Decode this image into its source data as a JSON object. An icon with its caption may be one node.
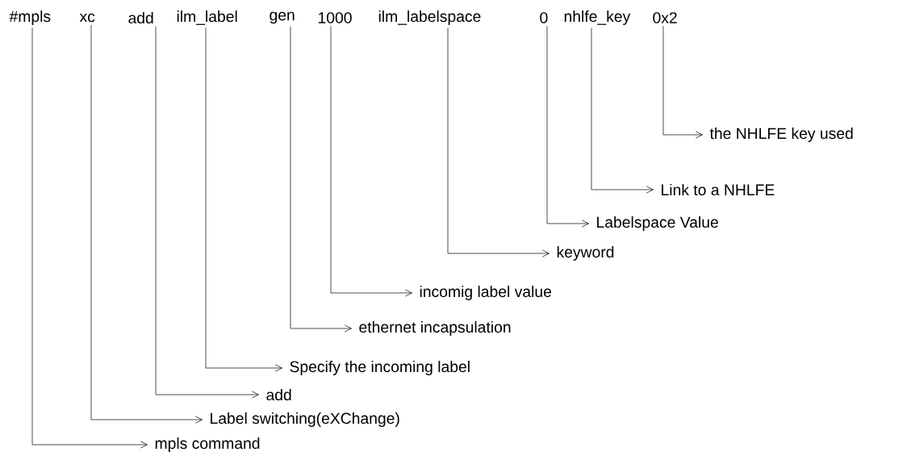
{
  "diagram": {
    "nodes": [
      {
        "text": [
          "#mpls"
        ]
      },
      {
        "text": [
          "xc"
        ]
      },
      {
        "text": [
          "add"
        ]
      },
      {
        "text": [
          "ilm_label"
        ]
      },
      {
        "text": [
          "gen"
        ]
      },
      {
        "text": [
          "1000"
        ]
      },
      {
        "text": [
          "ilm_labelspace"
        ]
      },
      {
        "text": [
          "0"
        ]
      },
      {
        "text": [
          "nhlfe_key"
        ]
      },
      {
        "text": [
          "0x2"
        ]
      },
      {
        "text": [
          "mpls command"
        ]
      },
      {
        "text": [
          "Label switching(eXChange)"
        ]
      },
      {
        "text": [
          "add"
        ]
      },
      {
        "text": [
          "Specify the incoming label"
        ]
      },
      {
        "text": [
          "ethernet incapsulation"
        ]
      },
      {
        "text": [
          "incomig label value"
        ]
      },
      {
        "text": [
          "keyword"
        ]
      },
      {
        "text": [
          "Labelspace Value"
        ]
      },
      {
        "text": [
          "Link to a NHLFE"
        ]
      },
      {
        "text": [
          "the NHLFE key used"
        ]
      }
    ],
    "edges": [
      {
        "from": 0,
        "to": 10,
        "arrow": "to"
      },
      {
        "from": 1,
        "to": 11,
        "arrow": "to"
      },
      {
        "from": 2,
        "to": 12,
        "arrow": "to"
      },
      {
        "from": 3,
        "to": 13,
        "arrow": "to"
      },
      {
        "from": 4,
        "to": 14,
        "arrow": "to"
      },
      {
        "from": 5,
        "to": 15,
        "arrow": "to"
      },
      {
        "from": 6,
        "to": 16,
        "arrow": "to"
      },
      {
        "from": 7,
        "to": 17,
        "arrow": "to"
      },
      {
        "from": 8,
        "to": 18,
        "arrow": "to"
      },
      {
        "from": 9,
        "to": 19,
        "arrow": "to"
      }
    ]
  }
}
